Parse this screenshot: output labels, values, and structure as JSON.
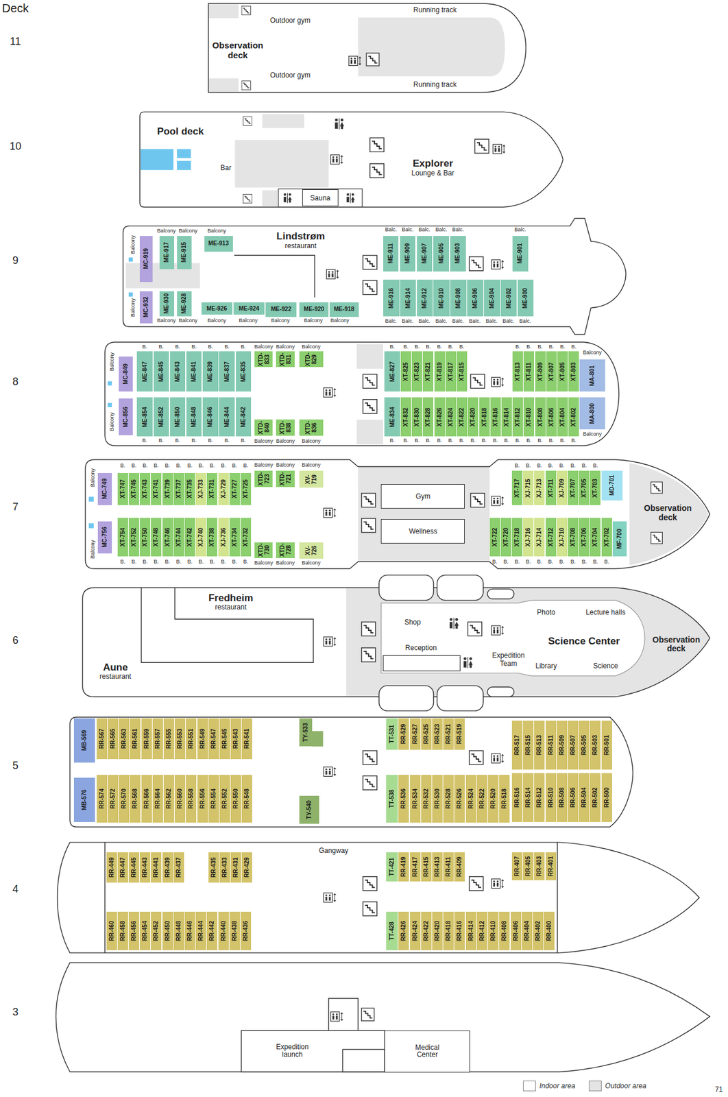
{
  "diagram": {
    "nodes": [
      {
        "text": [
          "Sauna"
        ]
      },
      {
        "text": [
          "MC-919"
        ]
      },
      {
        "text": [
          "ME-917"
        ]
      },
      {
        "text": [
          "ME-915"
        ]
      },
      {
        "text": [
          "ME-913"
        ]
      },
      {
        "text": [
          "ME-911"
        ]
      },
      {
        "text": [
          "ME-909"
        ]
      },
      {
        "text": [
          "ME-907"
        ]
      },
      {
        "text": [
          "ME-905"
        ]
      },
      {
        "text": [
          "ME-903"
        ]
      },
      {
        "text": [
          "ME-901"
        ]
      },
      {
        "text": [
          "MC-932"
        ]
      },
      {
        "text": [
          "ME-930"
        ]
      },
      {
        "text": [
          "ME-928"
        ]
      },
      {
        "text": [
          "ME-926"
        ]
      },
      {
        "text": [
          "ME-924"
        ]
      },
      {
        "text": [
          "ME-922"
        ]
      },
      {
        "text": [
          "ME-920"
        ]
      },
      {
        "text": [
          "ME-918"
        ]
      },
      {
        "text": [
          "ME-916"
        ]
      },
      {
        "text": [
          "ME-914"
        ]
      },
      {
        "text": [
          "ME-912"
        ]
      },
      {
        "text": [
          "ME-910"
        ]
      },
      {
        "text": [
          "ME-908"
        ]
      },
      {
        "text": [
          "ME-906"
        ]
      },
      {
        "text": [
          "ME-904"
        ]
      },
      {
        "text": [
          "ME-902"
        ]
      },
      {
        "text": [
          "ME-900"
        ]
      },
      {
        "text": [
          "MC-849"
        ]
      },
      {
        "text": [
          "ME-847"
        ]
      },
      {
        "text": [
          "ME-845"
        ]
      },
      {
        "text": [
          "ME-843"
        ]
      },
      {
        "text": [
          "ME-841"
        ]
      },
      {
        "text": [
          "ME-839"
        ]
      },
      {
        "text": [
          "ME-837"
        ]
      },
      {
        "text": [
          "ME-835"
        ]
      },
      {
        "text": [
          "XTD-833"
        ]
      },
      {
        "text": [
          "XTD-831"
        ]
      },
      {
        "text": [
          "XTD-829"
        ]
      },
      {
        "text": [
          "ME-827"
        ]
      },
      {
        "text": [
          "XT-825"
        ]
      },
      {
        "text": [
          "XT-823"
        ]
      },
      {
        "text": [
          "XT-821"
        ]
      },
      {
        "text": [
          "XT-819"
        ]
      },
      {
        "text": [
          "XT-817"
        ]
      },
      {
        "text": [
          "XT-815"
        ]
      },
      {
        "text": [
          "XT-813"
        ]
      },
      {
        "text": [
          "XT-811"
        ]
      },
      {
        "text": [
          "XT-809"
        ]
      },
      {
        "text": [
          "XT-807"
        ]
      },
      {
        "text": [
          "XT-805"
        ]
      },
      {
        "text": [
          "XT-803"
        ]
      },
      {
        "text": [
          "MA-801"
        ]
      },
      {
        "text": [
          "MC-856"
        ]
      },
      {
        "text": [
          "ME-854"
        ]
      },
      {
        "text": [
          "ME-852"
        ]
      },
      {
        "text": [
          "ME-850"
        ]
      },
      {
        "text": [
          "ME-848"
        ]
      },
      {
        "text": [
          "ME-846"
        ]
      },
      {
        "text": [
          "ME-844"
        ]
      },
      {
        "text": [
          "ME-842"
        ]
      },
      {
        "text": [
          "XTD-840"
        ]
      },
      {
        "text": [
          "XTD-838"
        ]
      },
      {
        "text": [
          "XTD-836"
        ]
      },
      {
        "text": [
          "ME-834"
        ]
      },
      {
        "text": [
          "XT-832"
        ]
      },
      {
        "text": [
          "XT-830"
        ]
      },
      {
        "text": [
          "XT-828"
        ]
      },
      {
        "text": [
          "XT-826"
        ]
      },
      {
        "text": [
          "XT-824"
        ]
      },
      {
        "text": [
          "XT-822"
        ]
      },
      {
        "text": [
          "XT-820"
        ]
      },
      {
        "text": [
          "XT-818"
        ]
      },
      {
        "text": [
          "XT-816"
        ]
      },
      {
        "text": [
          "XT-814"
        ]
      },
      {
        "text": [
          "XT-812"
        ]
      },
      {
        "text": [
          "XT-810"
        ]
      },
      {
        "text": [
          "XT-808"
        ]
      },
      {
        "text": [
          "XT-806"
        ]
      },
      {
        "text": [
          "XT-804"
        ]
      },
      {
        "text": [
          "XT-802"
        ]
      },
      {
        "text": [
          "MA-800"
        ]
      },
      {
        "text": [
          "MC-749"
        ]
      },
      {
        "text": [
          "XT-747"
        ]
      },
      {
        "text": [
          "XT-745"
        ]
      },
      {
        "text": [
          "XT-743"
        ]
      },
      {
        "text": [
          "XT-741"
        ]
      },
      {
        "text": [
          "XT-739"
        ]
      },
      {
        "text": [
          "XT-737"
        ]
      },
      {
        "text": [
          "XT-735"
        ]
      },
      {
        "text": [
          "XJ-733"
        ]
      },
      {
        "text": [
          "XT-731"
        ]
      },
      {
        "text": [
          "XJ-729"
        ]
      },
      {
        "text": [
          "XT-727"
        ]
      },
      {
        "text": [
          "XT-725"
        ]
      },
      {
        "text": [
          "XTD-723"
        ]
      },
      {
        "text": [
          "XTD-721"
        ]
      },
      {
        "text": [
          "XV-719"
        ]
      },
      {
        "text": [
          "XT-717"
        ]
      },
      {
        "text": [
          "XJ-715"
        ]
      },
      {
        "text": [
          "XJ-713"
        ]
      },
      {
        "text": [
          "XT-711"
        ]
      },
      {
        "text": [
          "XJ-709"
        ]
      },
      {
        "text": [
          "XT-707"
        ]
      },
      {
        "text": [
          "XT-705"
        ]
      },
      {
        "text": [
          "XT-703"
        ]
      },
      {
        "text": [
          "MD-701"
        ]
      },
      {
        "text": [
          "MC-756"
        ]
      },
      {
        "text": [
          "XT-754"
        ]
      },
      {
        "text": [
          "XT-752"
        ]
      },
      {
        "text": [
          "XT-750"
        ]
      },
      {
        "text": [
          "XT-748"
        ]
      },
      {
        "text": [
          "XT-746"
        ]
      },
      {
        "text": [
          "XT-744"
        ]
      },
      {
        "text": [
          "XT-742"
        ]
      },
      {
        "text": [
          "XJ-740"
        ]
      },
      {
        "text": [
          "XT-738"
        ]
      },
      {
        "text": [
          "XJ-736"
        ]
      },
      {
        "text": [
          "XT-734"
        ]
      },
      {
        "text": [
          "XT-732"
        ]
      },
      {
        "text": [
          "XTD-730"
        ]
      },
      {
        "text": [
          "XTD-728"
        ]
      },
      {
        "text": [
          "XV-726"
        ]
      },
      {
        "text": [
          "XT-722"
        ]
      },
      {
        "text": [
          "XT-720"
        ]
      },
      {
        "text": [
          "XT-718"
        ]
      },
      {
        "text": [
          "XJ-716"
        ]
      },
      {
        "text": [
          "XJ-714"
        ]
      },
      {
        "text": [
          "XT-712"
        ]
      },
      {
        "text": [
          "XJ-710"
        ]
      },
      {
        "text": [
          "XT-708"
        ]
      },
      {
        "text": [
          "XT-706"
        ]
      },
      {
        "text": [
          "XT-704"
        ]
      },
      {
        "text": [
          "XT-702"
        ]
      },
      {
        "text": [
          "MF-700"
        ]
      },
      {
        "text": [
          "Gym"
        ]
      },
      {
        "text": [
          "Wellness"
        ]
      },
      {
        "text": [
          "MB-569"
        ]
      },
      {
        "text": [
          "RR-567"
        ]
      },
      {
        "text": [
          "RR-565"
        ]
      },
      {
        "text": [
          "RR-563"
        ]
      },
      {
        "text": [
          "RR-561"
        ]
      },
      {
        "text": [
          "RR-559"
        ]
      },
      {
        "text": [
          "RR-557"
        ]
      },
      {
        "text": [
          "RR-555"
        ]
      },
      {
        "text": [
          "RR-553"
        ]
      },
      {
        "text": [
          "RR-551"
        ]
      },
      {
        "text": [
          "RR-549"
        ]
      },
      {
        "text": [
          "RR-547"
        ]
      },
      {
        "text": [
          "RR-545"
        ]
      },
      {
        "text": [
          "RR-543"
        ]
      },
      {
        "text": [
          "RR-541"
        ]
      },
      {
        "text": [
          "TY-533"
        ]
      },
      {
        "text": [
          "TT-531"
        ]
      },
      {
        "text": [
          "RR-529"
        ]
      },
      {
        "text": [
          "RR-527"
        ]
      },
      {
        "text": [
          "RR-525"
        ]
      },
      {
        "text": [
          "RR-523"
        ]
      },
      {
        "text": [
          "RR-521"
        ]
      },
      {
        "text": [
          "RR-519"
        ]
      },
      {
        "text": [
          "RR-517"
        ]
      },
      {
        "text": [
          "RR-515"
        ]
      },
      {
        "text": [
          "RR-513"
        ]
      },
      {
        "text": [
          "RR-511"
        ]
      },
      {
        "text": [
          "RR-509"
        ]
      },
      {
        "text": [
          "RR-507"
        ]
      },
      {
        "text": [
          "RR-505"
        ]
      },
      {
        "text": [
          "RR-503"
        ]
      },
      {
        "text": [
          "RR-501"
        ]
      },
      {
        "text": [
          "MB-576"
        ]
      },
      {
        "text": [
          "RR-574"
        ]
      },
      {
        "text": [
          "RR-572"
        ]
      },
      {
        "text": [
          "RR-570"
        ]
      },
      {
        "text": [
          "RR-568"
        ]
      },
      {
        "text": [
          "RR-566"
        ]
      },
      {
        "text": [
          "RR-564"
        ]
      },
      {
        "text": [
          "RR-562"
        ]
      },
      {
        "text": [
          "RR-560"
        ]
      },
      {
        "text": [
          "RR-558"
        ]
      },
      {
        "text": [
          "RR-556"
        ]
      },
      {
        "text": [
          "RR-554"
        ]
      },
      {
        "text": [
          "RR-552"
        ]
      },
      {
        "text": [
          "RR-550"
        ]
      },
      {
        "text": [
          "RR-548"
        ]
      },
      {
        "text": [
          "TY-540"
        ]
      },
      {
        "text": [
          "TT-538"
        ]
      },
      {
        "text": [
          "RR-536"
        ]
      },
      {
        "text": [
          "RR-534"
        ]
      },
      {
        "text": [
          "RR-532"
        ]
      },
      {
        "text": [
          "RR-530"
        ]
      },
      {
        "text": [
          "RR-528"
        ]
      },
      {
        "text": [
          "RR-526"
        ]
      },
      {
        "text": [
          "RR-524"
        ]
      },
      {
        "text": [
          "RR-522"
        ]
      },
      {
        "text": [
          "RR-520"
        ]
      },
      {
        "text": [
          "RR-518"
        ]
      },
      {
        "text": [
          "RR-516"
        ]
      },
      {
        "text": [
          "RR-514"
        ]
      },
      {
        "text": [
          "RR-512"
        ]
      },
      {
        "text": [
          "RR-510"
        ]
      },
      {
        "text": [
          "RR-508"
        ]
      },
      {
        "text": [
          "RR-506"
        ]
      },
      {
        "text": [
          "RR-504"
        ]
      },
      {
        "text": [
          "RR-502"
        ]
      },
      {
        "text": [
          "RR-500"
        ]
      },
      {
        "text": [
          "RR-449"
        ]
      },
      {
        "text": [
          "RR-447"
        ]
      },
      {
        "text": [
          "RR-445"
        ]
      },
      {
        "text": [
          "RR-443"
        ]
      },
      {
        "text": [
          "RR-441"
        ]
      },
      {
        "text": [
          "RR-439"
        ]
      },
      {
        "text": [
          "RR-437"
        ]
      },
      {
        "text": [
          "RR-435"
        ]
      },
      {
        "text": [
          "RR-433"
        ]
      },
      {
        "text": [
          "RR-431"
        ]
      },
      {
        "text": [
          "RR-429"
        ]
      },
      {
        "text": [
          "TT-421"
        ]
      },
      {
        "text": [
          "RR-419"
        ]
      },
      {
        "text": [
          "RR-417"
        ]
      },
      {
        "text": [
          "RR-415"
        ]
      },
      {
        "text": [
          "RR-413"
        ]
      },
      {
        "text": [
          "RR-411"
        ]
      },
      {
        "text": [
          "RR-409"
        ]
      },
      {
        "text": [
          "RR-407"
        ]
      },
      {
        "text": [
          "RR-405"
        ]
      },
      {
        "text": [
          "RR-403"
        ]
      },
      {
        "text": [
          "RR-401"
        ]
      },
      {
        "text": [
          "RR-460"
        ]
      },
      {
        "text": [
          "RR-458"
        ]
      },
      {
        "text": [
          "RR-456"
        ]
      },
      {
        "text": [
          "RR-454"
        ]
      },
      {
        "text": [
          "RR-452"
        ]
      },
      {
        "text": [
          "RR-450"
        ]
      },
      {
        "text": [
          "RR-448"
        ]
      },
      {
        "text": [
          "RR-446"
        ]
      },
      {
        "text": [
          "RR-444"
        ]
      },
      {
        "text": [
          "RR-442"
        ]
      },
      {
        "text": [
          "RR-440"
        ]
      },
      {
        "text": [
          "RR-438"
        ]
      },
      {
        "text": [
          "RR-436"
        ]
      },
      {
        "text": [
          "TT-428"
        ]
      },
      {
        "text": [
          "RR-426"
        ]
      },
      {
        "text": [
          "RR-424"
        ]
      },
      {
        "text": [
          "RR-422"
        ]
      },
      {
        "text": [
          "RR-420"
        ]
      },
      {
        "text": [
          "RR-418"
        ]
      },
      {
        "text": [
          "RR-416"
        ]
      },
      {
        "text": [
          "RR-414"
        ]
      },
      {
        "text": [
          "RR-412"
        ]
      },
      {
        "text": [
          "RR-410"
        ]
      },
      {
        "text": [
          "RR-408"
        ]
      },
      {
        "text": [
          "RR-406"
        ]
      },
      {
        "text": [
          "RR-404"
        ]
      },
      {
        "text": [
          "RR-402"
        ]
      },
      {
        "text": [
          "RR-400"
        ]
      },
      {
        "text": [
          "Expedition launch"
        ]
      },
      {
        "text": [
          "Medical Center"
        ]
      }
    ],
    "labels": [
      "Deck",
      "11",
      "Observation deck",
      "Outdoor gym",
      "Outdoor gym",
      "Running track",
      "Running track",
      "10",
      "Pool deck",
      "Bar",
      "Explorer",
      "Lounge & Bar",
      "9",
      "Balcony",
      "Balcony",
      "Balcony",
      "Balcony",
      "Lindstrøm",
      "restaurant",
      "Balc.",
      "Balc.",
      "Balc.",
      "Balc.",
      "Balc.",
      "Balc.",
      "Balcony",
      "Balcony",
      "Balcony",
      "Balcony",
      "Balcony",
      "Balcony",
      "Balcony",
      "Balcony",
      "Balc.",
      "Balc.",
      "Balc.",
      "Balc.",
      "Balc.",
      "Balc.",
      "Balc.",
      "Balc.",
      "Balc.",
      "8",
      "Balcony",
      "B.",
      "B.",
      "B.",
      "B.",
      "B.",
      "B.",
      "B.",
      "Balcony",
      "Balcony",
      "Balcony",
      "B.",
      "B.",
      "B.",
      "B.",
      "B.",
      "B.",
      "B.",
      "B.",
      "B.",
      "B.",
      "B.",
      "B.",
      "B.",
      "Balcony",
      "Balcony",
      "B.",
      "B.",
      "B.",
      "B.",
      "B.",
      "B.",
      "B.",
      "Balcony",
      "Balcony",
      "Balcony",
      "B.",
      "B.",
      "B.",
      "B.",
      "B.",
      "B.",
      "B.",
      "B.",
      "B.",
      "B.",
      "B.",
      "B.",
      "B.",
      "B.",
      "B.",
      "B.",
      "B.",
      "Balcony",
      "7",
      "Balcony",
      "B.",
      "B.",
      "B.",
      "B.",
      "B.",
      "B.",
      "B.",
      "B.",
      "B.",
      "B.",
      "B.",
      "B.",
      "Balcony",
      "Balcony",
      "Balcony",
      "B.",
      "B.",
      "B.",
      "B.",
      "B.",
      "B.",
      "B.",
      "B.",
      "Observation deck",
      "Balcony",
      "B.",
      "B.",
      "B.",
      "B.",
      "B.",
      "B.",
      "B.",
      "B.",
      "B.",
      "B.",
      "B.",
      "B.",
      "Balcony",
      "Balcony",
      "Balcony",
      "B.",
      "B.",
      "B.",
      "B.",
      "B.",
      "B.",
      "B.",
      "B.",
      "B.",
      "B.",
      "B.",
      "6",
      "Fredheim",
      "restaurant",
      "Aune",
      "restaurant",
      "Shop",
      "Photo",
      "Lecture halls",
      "Reception",
      "Science Center",
      "Observation deck",
      "Expedition Team",
      "Library",
      "Science",
      "5",
      "4",
      "Gangway",
      "3",
      "71"
    ],
    "legend": [
      {
        "text": "Indoor area",
        "color": "#ffffff"
      },
      {
        "text": "Outdoor area",
        "color": "#e4e4e4"
      }
    ]
  }
}
